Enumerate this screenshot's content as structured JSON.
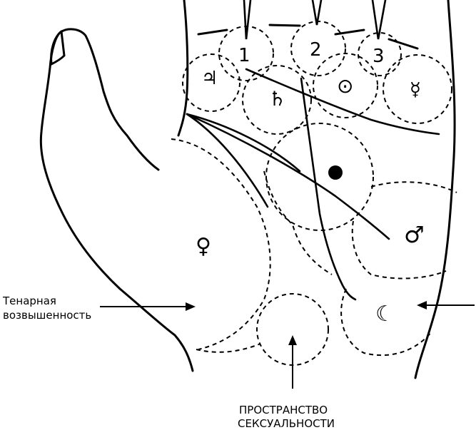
{
  "finger_numbers": [
    "1",
    "2",
    "3"
  ],
  "symbols": {
    "jupiter": "♃",
    "saturn": "♄",
    "sun": "⊙",
    "mercury": "☿",
    "venus": "♀",
    "mars": "♂",
    "moon": "☾"
  },
  "labels": {
    "thenar_line1": "Тенарная",
    "thenar_line2": "возвышенность",
    "sexuality_line1": "ПРОСТРАНСТВО",
    "sexuality_line2": "СЕКСУАЛЬНОСТИ"
  }
}
